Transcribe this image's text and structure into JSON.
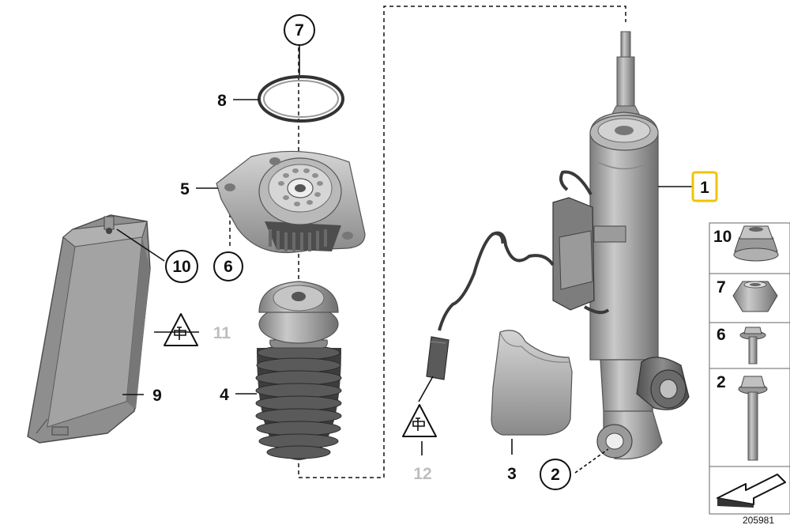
{
  "callouts": {
    "c1": "1",
    "c2": "2",
    "c3": "3",
    "c4": "4",
    "c5": "5",
    "c6": "6",
    "c7": "7",
    "c8": "8",
    "c9": "9",
    "c10": "10",
    "c11": "11",
    "c12": "12"
  },
  "legend": {
    "items": [
      {
        "number": "10",
        "part": "flange-nut"
      },
      {
        "number": "7",
        "part": "hex-nut"
      },
      {
        "number": "6",
        "part": "flange-bolt-short"
      },
      {
        "number": "2",
        "part": "flange-bolt-long"
      }
    ]
  },
  "diagram_id": "205981",
  "colors": {
    "highlight": "#f0c400",
    "part_fill": "#a8a8a8",
    "callout_grey": "#bdbdbd"
  }
}
